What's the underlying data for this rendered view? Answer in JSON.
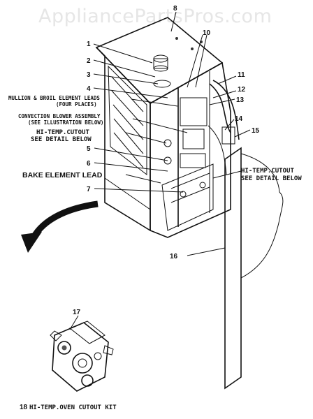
{
  "watermark": "AppliancePartsPros.com",
  "labels": {
    "mullion_line1": "MULLION & BROIL ELEMENT LEADS",
    "mullion_line2": "(FOUR PLACES)",
    "convection_line1": "CONVECTION BLOWER ASSEMBLY",
    "convection_line2": "(SEE ILLUSTRATION BELOW)",
    "hitemp_left_line1": "HI-TEMP.CUTOUT",
    "hitemp_left_line2": "SEE DETAIL BELOW",
    "bake_element": "BAKE ELEMENT LEAD",
    "hitemp_right_line1": "HI-TEMP.CUTOUT",
    "hitemp_right_line2": "SEE DETAIL BELOW",
    "kit_caption": "HI-TEMP.OVEN CUTOUT KIT"
  },
  "callouts": {
    "c1": "1",
    "c2": "2",
    "c3": "3",
    "c4": "4",
    "c5": "5",
    "c6": "6",
    "c7": "7",
    "c8": "8",
    "c10": "10",
    "c11": "11",
    "c12": "12",
    "c13": "13",
    "c14": "14",
    "c15": "15",
    "c16": "16",
    "c17": "17",
    "c18": "18"
  }
}
